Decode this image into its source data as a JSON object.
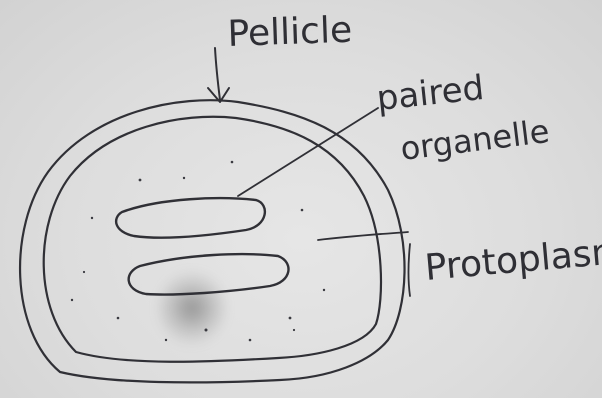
{
  "diagram": {
    "labels": {
      "pellicle": "Pellicle",
      "paired_organelle_line1": "paired",
      "paired_organelle_line2": "organelle",
      "protoplasm": "Protoplasm"
    },
    "colors": {
      "ink": "#303036",
      "paper": "#dddddd"
    }
  }
}
